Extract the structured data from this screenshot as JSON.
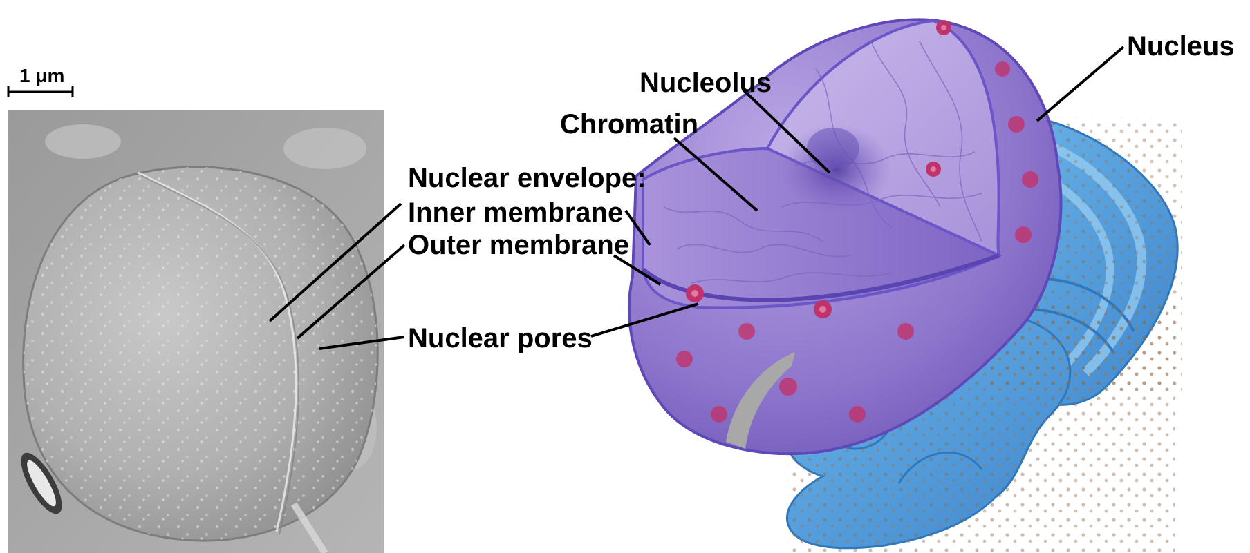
{
  "micrograph": {
    "scale_bar_label": "1 μm"
  },
  "labels": {
    "nucleus": "Nucleus",
    "nucleolus": "Nucleolus",
    "chromatin": "Chromatin",
    "nuclear_envelope": "Nuclear envelope:",
    "inner_membrane": "Inner membrane",
    "outer_membrane": "Outer membrane",
    "nuclear_pores": "Nuclear pores"
  },
  "colors": {
    "background": "#ffffff",
    "label_text": "#000000",
    "nucleus_purple": "#9a7fd0",
    "envelope_edge": "#6b55c8",
    "pore_magenta": "#c0336a",
    "er_blue": "#4f9edc",
    "ribosome_brown": "#8c6a4a",
    "micrograph_gray": "#a9a9a9"
  }
}
